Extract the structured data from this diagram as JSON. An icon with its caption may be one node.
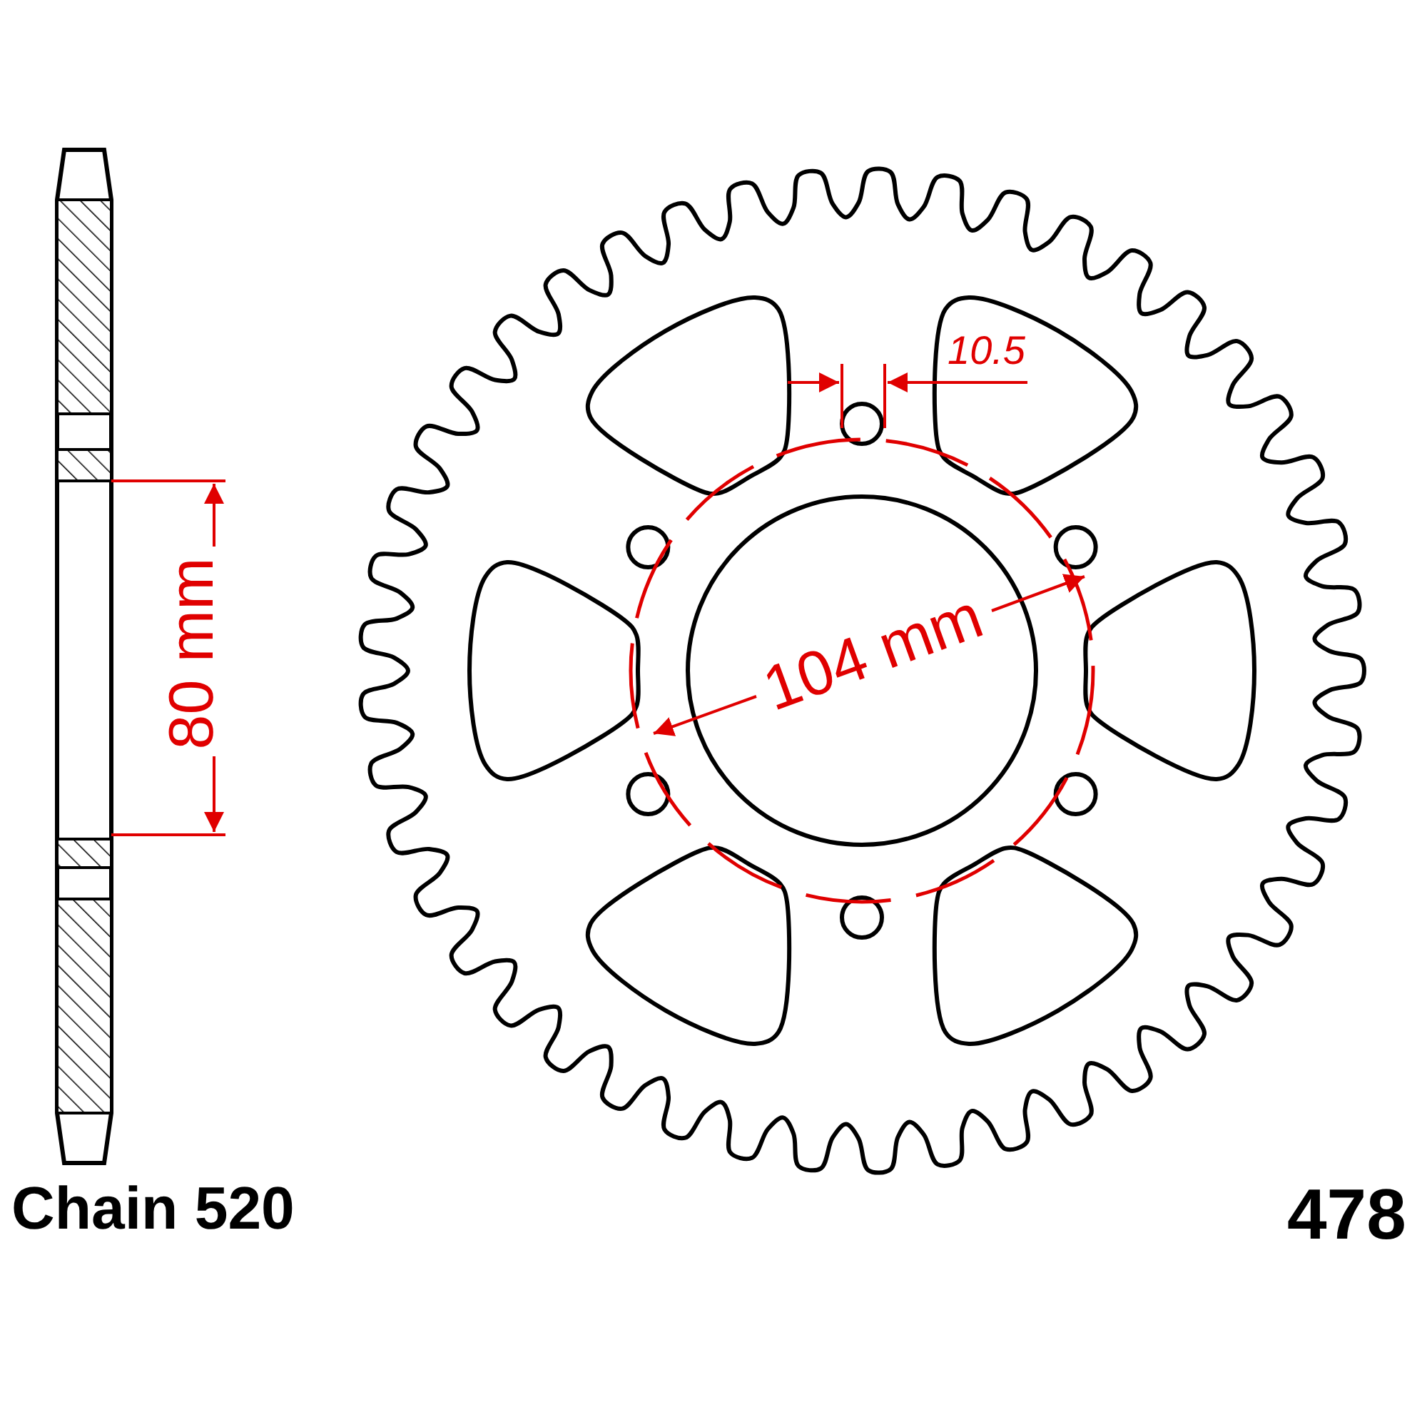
{
  "diagram": {
    "labels": [
      "10.5",
      "104 mm",
      "80 mm",
      "Chain 520",
      "478"
    ]
  }
}
